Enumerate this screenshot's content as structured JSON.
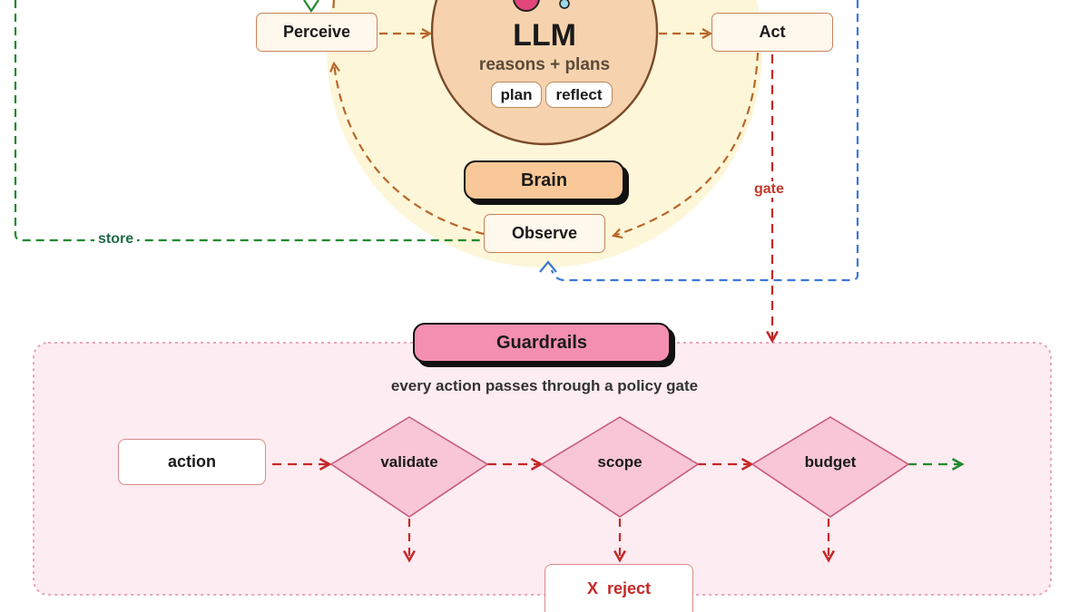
{
  "brain": {
    "llm_title": "LLM",
    "llm_subtitle": "reasons + plans",
    "chip_plan": "plan",
    "chip_reflect": "reflect",
    "badge": "Brain",
    "perceive": "Perceive",
    "act": "Act",
    "observe": "Observe"
  },
  "edges": {
    "store": "store",
    "gate": "gate"
  },
  "guardrails": {
    "badge": "Guardrails",
    "caption": "every action passes through a policy gate",
    "action": "action",
    "checks": [
      "validate",
      "scope",
      "budget"
    ],
    "reject": "X  reject"
  },
  "colors": {
    "brain_ring": "#fdf6d8",
    "llm_fill": "#f6d3ae",
    "llm_stroke": "#7a4a2a",
    "loop_arrow": "#b8662a",
    "store_line": "#1f8a2e",
    "observe_line": "#3b78d8",
    "gate_line": "#c62828",
    "guardrails_panel": "#fdecf1",
    "guardrails_badge": "#f48fb1",
    "brain_badge": "#f9c898",
    "diamond_fill": "#f8c6d6",
    "reject_text": "#c62828"
  }
}
